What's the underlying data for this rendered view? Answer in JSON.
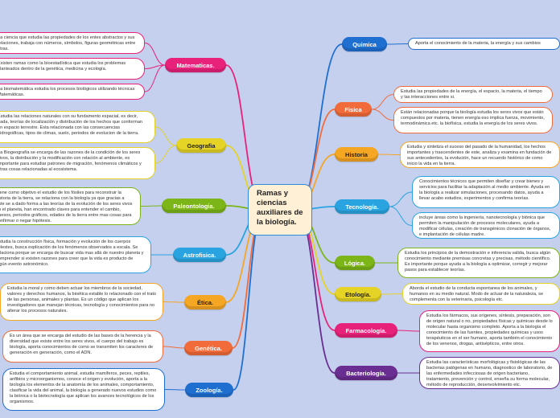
{
  "central_topic": "Ramas y ciencias auxiliares de la biología.",
  "branches": {
    "matematicas": {
      "label": "Matematicas.",
      "color": "#e8217a",
      "leaves": [
        "La ciencia que estudia las propiedades de los entes abstractos y sus relaciones, trabaja con números, símbolos, figuras geométricas entre otras.",
        "Existen ramas como la bioestadística que estudia los problemas planteados dentro de la genética, medicina y ecología.",
        "La biomatemática estudia los procesos biológicos utilizando técnicas Matemáticas."
      ]
    },
    "geografia": {
      "label": "Geografia",
      "color": "#e5d325",
      "leaves": [
        "Estudia las relaciones naturales con su fundamento espacial, es decir, dada, teorías de localización y distribución de los hechos que conforman un espacio terrestre. Esta relacionada con las consecuencias hidrográficas, tipos de climas, suelo, periodos de evolucion de la tierra.",
        "La Biogeografía se encarga de las razones de la condición de los seres vivos, la distribución y la modificación con relación al ambiente, es importante para estudiar patrones de migración, fenómenos climáticos y otras cosas relacionadas al ecosistema."
      ]
    },
    "paleontologia": {
      "label": "Paleontologia.",
      "color": "#7cb518",
      "leaves": [
        "Tiene como objetivo el estudio de los fósiles para reconstruir la historia de la tierra, se relaciona con la biología ya que gracias a este se a dado forma a las teorías de la evolución de los seres vivos en el planeta, han encontrado claves para entender el cambio, huesos, periodos gráficos, edades de la tierra entre mas cosas para confirmar o negar hipótesis."
      ]
    },
    "astrofisica": {
      "label": "Astrofisica.",
      "color": "#29a4e0",
      "leaves": [
        "Estudia la construcción física, formación y evolución de los cuerpos celestes, busca explicación de los fenómenos observados a escala. Se relaciona porque se encarga de buscar vida mas allá de nuestro planeta y comprender si existen razones para creer que la vida es producto de algún evento astronómico."
      ]
    },
    "etica": {
      "label": "Ética.",
      "color": "#f5a623",
      "leaves": [
        "Estudia la moral y como deben actuar los miembros de la sociedad, valores y derechos humanos, la bioética estable lo relacionado con el trato de las personas, animales y plantas. Es un código que aplican los investigadores que manejan técnicas, tecnología y conocimientos para no alterar los procesos naturales."
      ]
    },
    "genetica": {
      "label": "Genética.",
      "color": "#f26b3a",
      "leaves": [
        "Es un área que se encarga del estudio de las bases de la herencia y la diversidad que existe entre los seres vivos, el cuerpo del trabajo es biología, aporta conocimientos de como se transmiten los caracteres de generación en generación, como el ADN."
      ]
    },
    "zoologia": {
      "label": "Zoología.",
      "color": "#1f6fd1",
      "leaves": [
        "Estudia el comportamiento animal, estudia mamíferos, peces, reptiles, anfibios y microorganismos, conoce el origen y evolución, aporta a la biología los elementos de la anatomía de los animales, comportamiento, clasificar la vida del animal, la biología a generado nuevos estudios como la biónica o la biotecnología que aplican los avances tecnológicos de los organismos."
      ]
    },
    "quimica": {
      "label": "Quimica",
      "color": "#1f6fd1",
      "leaves": [
        "Aporta el conocimiento de la materia, la energía y sus cambios"
      ]
    },
    "fisica": {
      "label": "Fisica",
      "color": "#f26b3a",
      "leaves": [
        "Estudia las propiedades de la energía, el espacio, la materia, el tiempo y las interacciones entre si.",
        "Están relacionadas porque la biología estudia los seres vivos que están compuestos por materia, tienen energía eso implica fuerza, movimiento, termodinámica etc. la biofísica, estudia la energía de los seres vivos."
      ]
    },
    "historia": {
      "label": "Historia",
      "color": "#f5a623",
      "leaves": [
        "Estudia y sintetiza el suceso del pasado de la humanidad, los hechos importantes y trascendentes de este, analiza y examina en fundación de sus antecedentes, la evolución, hace un recuerdo histórico de como inicio la vida en la tierra."
      ]
    },
    "tecnologia": {
      "label": "Tecnología.",
      "color": "#29a4e0",
      "leaves": [
        "Conocimientos técnicos que permiten diseñar y crear bienes y servicios para facilitar la adaptación al medio ambiente. Ayuda en la biología a realizar simulaciones, procesando datos, ayuda a llevar acabo estudios, experimentos y confirma teorías.",
        "incluye áreas como la ingeniería, nanotecnología y biónica que permiten la manipulación de procesos moleculares, ayuda a modificar células, creación de transgénicos clonación de órganos, e implantación de células madre."
      ]
    },
    "logica": {
      "label": "Lógica.",
      "color": "#7cb518",
      "leaves": [
        "Estudia los principios de la demostración e inferencia valida, busca algún conocimiento mediante premisas concretas y precisas, método científico. Es importante porque ayuda a la biología a optimizar, corregir y mejorar pasos para establecer teorías."
      ]
    },
    "etologia": {
      "label": "Etología.",
      "color": "#e5d325",
      "leaves": [
        "Aborda el estudio de la conducta espontanea de los animales, y humanos en su medio natural. Modo de actuar de la naturaleza, se complementa con la veterinaria, psicología etc."
      ]
    },
    "farmacologia": {
      "label": "Farmacología.",
      "color": "#e8217a",
      "leaves": [
        "Estudia los fármacos, sus orígenes, síntesis, preparación, son de origen natural o no, propiedades físicas y químicas desde lo molecular hasta organismo completo. Aporta a la biología el conocimiento de las fuentes, propiedades químicas y usos terapéuticos en el ser humano, aporta también el conocimiento de los venenos, drogas, antisépticos, entre otros."
      ]
    },
    "bacteriologia": {
      "label": "Bacteriología.",
      "color": "#6a2d91",
      "leaves": [
        "Estudia las características morfológicas y fisiológicas de las bacterias patógenas en humano, diagnostico de laboratorio, de las enfermedades infecciosas de origen bacteriano, tratamiento, prevención y control, enseña su forma molecular, método de reproducción, desenvolvimiento etc."
      ]
    }
  }
}
